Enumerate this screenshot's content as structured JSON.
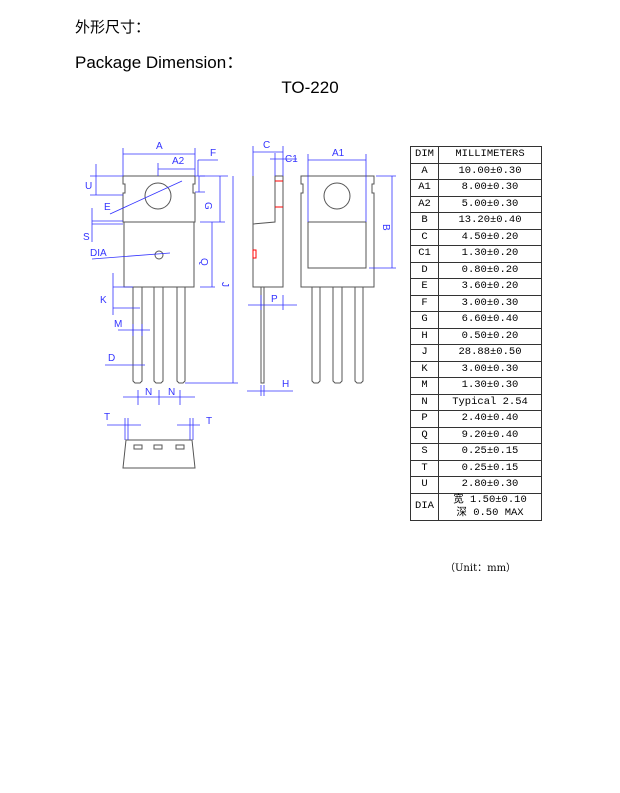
{
  "heading_cn": "外形尺寸：",
  "heading_en": "Package Dimension：",
  "package_name": "TO-220",
  "drawing": {
    "colors": {
      "outline": "#555555",
      "dimension": "#3333ff",
      "marker": "#ff0000"
    },
    "labels": [
      "A",
      "A2",
      "F",
      "U",
      "G",
      "E",
      "S",
      "DIA",
      "Q",
      "J",
      "K",
      "M",
      "D",
      "N",
      "N",
      "T",
      "T",
      "C",
      "C1",
      "P",
      "H",
      "A1",
      "B"
    ]
  },
  "table": {
    "headers": [
      "DIM",
      "MILLIMETERS"
    ],
    "rows": [
      [
        "A",
        "10.00±0.30"
      ],
      [
        "A1",
        "8.00±0.30"
      ],
      [
        "A2",
        "5.00±0.30"
      ],
      [
        "B",
        "13.20±0.40"
      ],
      [
        "C",
        "4.50±0.20"
      ],
      [
        "C1",
        "1.30±0.20"
      ],
      [
        "D",
        "0.80±0.20"
      ],
      [
        "E",
        "3.60±0.20"
      ],
      [
        "F",
        "3.00±0.30"
      ],
      [
        "G",
        "6.60±0.40"
      ],
      [
        "H",
        "0.50±0.20"
      ],
      [
        "J",
        "28.88±0.50"
      ],
      [
        "K",
        "3.00±0.30"
      ],
      [
        "M",
        "1.30±0.30"
      ],
      [
        "N",
        "Typical 2.54"
      ],
      [
        "P",
        "2.40±0.40"
      ],
      [
        "Q",
        "9.20±0.40"
      ],
      [
        "S",
        "0.25±0.15"
      ],
      [
        "T",
        "0.25±0.15"
      ],
      [
        "U",
        "2.80±0.30"
      ]
    ],
    "dia": {
      "dim": "DIA",
      "line1": "宽 1.50±0.10",
      "line2": "深 0.50 MAX"
    }
  },
  "unit_note": "（Unit：mm）"
}
